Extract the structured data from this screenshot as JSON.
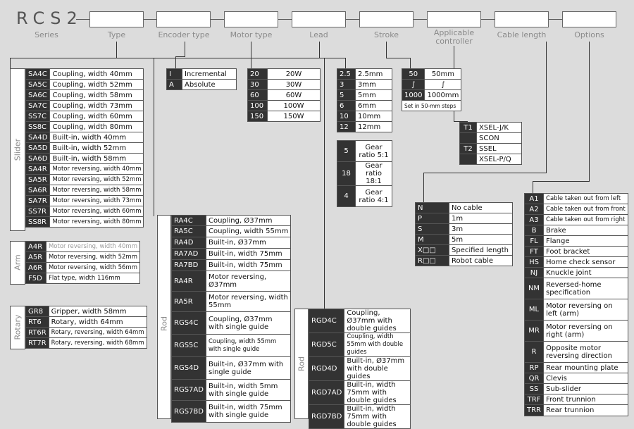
{
  "model": "RCS2",
  "headers": {
    "series": "Series",
    "type": "Type",
    "encoder": "Encoder type",
    "motor": "Motor type",
    "lead": "Lead",
    "stroke": "Stroke",
    "controller": "Applicable controller",
    "cable": "Cable length",
    "options": "Options"
  },
  "slider": {
    "label": "Slider",
    "rows": [
      {
        "code": "SA4C",
        "desc": "Coupling, width 40mm"
      },
      {
        "code": "SA5C",
        "desc": "Coupling, width 52mm"
      },
      {
        "code": "SA6C",
        "desc": "Coupling, width 58mm"
      },
      {
        "code": "SA7C",
        "desc": "Coupling, width 73mm"
      },
      {
        "code": "SS7C",
        "desc": "Coupling, width 60mm"
      },
      {
        "code": "SS8C",
        "desc": "Coupling, width 80mm"
      },
      {
        "code": "SA4D",
        "desc": "Built-in, width 40mm"
      },
      {
        "code": "SA5D",
        "desc": "Built-in, width 52mm"
      },
      {
        "code": "SA6D",
        "desc": "Built-in, width 58mm"
      },
      {
        "code": "SA4R",
        "desc": "Motor reversing, width 40mm"
      },
      {
        "code": "SA5R",
        "desc": "Motor reversing, width 52mm"
      },
      {
        "code": "SA6R",
        "desc": "Motor reversing, width 58mm"
      },
      {
        "code": "SA7R",
        "desc": "Motor reversing, width 73mm"
      },
      {
        "code": "SS7R",
        "desc": "Motor reversing, width 60mm"
      },
      {
        "code": "SS8R",
        "desc": "Motor reversing, width 80mm"
      }
    ]
  },
  "arm": {
    "label": "Arm",
    "rows": [
      {
        "code": "A4R",
        "desc": "Motor reversing, width 40mm"
      },
      {
        "code": "A5R",
        "desc": "Motor reversing, width 52mm"
      },
      {
        "code": "A6R",
        "desc": "Motor reversing, width 56mm"
      },
      {
        "code": "F5D",
        "desc": "Flat type, width 116mm"
      }
    ]
  },
  "rotary": {
    "label": "Rotary",
    "rows": [
      {
        "code": "GR8",
        "desc": "Gripper, width 58mm"
      },
      {
        "code": "RT6",
        "desc": "Rotary, width 64mm"
      },
      {
        "code": "RT6R",
        "desc": "Rotary, reversing, width 64mm"
      },
      {
        "code": "RT7R",
        "desc": "Rotary, reversing, width 68mm"
      }
    ]
  },
  "rod1": {
    "label": "Rod",
    "rows": [
      {
        "code": "RA4C",
        "desc": "Coupling, Ø37mm"
      },
      {
        "code": "RA5C",
        "desc": "Coupling, width 55mm"
      },
      {
        "code": "RA4D",
        "desc": "Built-in, Ø37mm"
      },
      {
        "code": "RA7AD",
        "desc": "Built-in, width 75mm"
      },
      {
        "code": "RA7BD",
        "desc": "Built-in, width 75mm"
      },
      {
        "code": "RA4R",
        "desc": "Motor reversing, Ø37mm"
      },
      {
        "code": "RA5R",
        "desc": "Motor reversing, width 55mm"
      },
      {
        "code": "RGS4C",
        "desc": "Coupling, Ø37mm with single guide"
      },
      {
        "code": "RGS5C",
        "desc": "Coupling, width 55mm with single guide"
      },
      {
        "code": "RGS4D",
        "desc": "Built-in, Ø37mm with single guide"
      },
      {
        "code": "RGS7AD",
        "desc": "Built-in, width 5mm with single guide"
      },
      {
        "code": "RGS7BD",
        "desc": "Built-in, width 75mm with single guide"
      }
    ]
  },
  "rod2": {
    "label": "Rod",
    "rows": [
      {
        "code": "RGD4C",
        "desc": "Coupling, Ø37mm with double guides"
      },
      {
        "code": "RGD5C",
        "desc": "Coupling, width 55mm with double guides"
      },
      {
        "code": "RGD4D",
        "desc": "Built-in, Ø37mm with double guides"
      },
      {
        "code": "RGD7AD",
        "desc": "Built-in, width 75mm with double guides"
      },
      {
        "code": "RGD7BD",
        "desc": "Built-in, width 75mm with double guides"
      }
    ]
  },
  "encoder": [
    {
      "code": "I",
      "desc": "Incremental"
    },
    {
      "code": "A",
      "desc": "Absolute"
    }
  ],
  "motor": [
    {
      "code": "20",
      "desc": "20W"
    },
    {
      "code": "30",
      "desc": "30W"
    },
    {
      "code": "60",
      "desc": "60W"
    },
    {
      "code": "100",
      "desc": "100W"
    },
    {
      "code": "150",
      "desc": "150W"
    }
  ],
  "lead": [
    {
      "code": "2.5",
      "desc": "2.5mm"
    },
    {
      "code": "3",
      "desc": "3mm"
    },
    {
      "code": "5",
      "desc": "5mm"
    },
    {
      "code": "6",
      "desc": "6mm"
    },
    {
      "code": "10",
      "desc": "10mm"
    },
    {
      "code": "12",
      "desc": "12mm"
    }
  ],
  "gear": [
    {
      "code": "5",
      "desc": "Gear ratio 5:1"
    },
    {
      "code": "18",
      "desc": "Gear ratio 18:1"
    },
    {
      "code": "4",
      "desc": "Gear ratio 4:1"
    }
  ],
  "stroke": {
    "rows": [
      {
        "code": "50",
        "desc": "50mm"
      },
      {
        "code": "∫",
        "desc": "∫"
      },
      {
        "code": "1000",
        "desc": "1000mm"
      }
    ],
    "note": "Set in 50-mm steps"
  },
  "controller": [
    {
      "code": "T1",
      "desc": "XSEL-J/K"
    },
    {
      "code": "",
      "desc": "SCON"
    },
    {
      "code": "T2",
      "desc": "SSEL"
    },
    {
      "code": "",
      "desc": "XSEL-P/Q"
    }
  ],
  "cable": [
    {
      "code": "N",
      "desc": "No cable"
    },
    {
      "code": "P",
      "desc": "1m"
    },
    {
      "code": "S",
      "desc": "3m"
    },
    {
      "code": "M",
      "desc": "5m"
    },
    {
      "code": "X□□",
      "desc": "Specified length"
    },
    {
      "code": "R□□",
      "desc": "Robot cable"
    }
  ],
  "options": [
    {
      "code": "A1",
      "desc": "Cable taken out from left"
    },
    {
      "code": "A2",
      "desc": "Cable taken out from front"
    },
    {
      "code": "A3",
      "desc": "Cable taken out from right"
    },
    {
      "code": "B",
      "desc": "Brake"
    },
    {
      "code": "FL",
      "desc": "Flange"
    },
    {
      "code": "FT",
      "desc": "Foot bracket"
    },
    {
      "code": "HS",
      "desc": "Home check sensor"
    },
    {
      "code": "NJ",
      "desc": "Knuckle joint"
    },
    {
      "code": "NM",
      "desc": "Reversed-home specification"
    },
    {
      "code": "ML",
      "desc": "Motor reversing on left (arm)"
    },
    {
      "code": "MR",
      "desc": "Motor reversing on right (arm)"
    },
    {
      "code": "R",
      "desc": "Opposite motor reversing direction"
    },
    {
      "code": "RP",
      "desc": "Rear mounting plate"
    },
    {
      "code": "QR",
      "desc": "Clevis"
    },
    {
      "code": "SS",
      "desc": "Sub-slider"
    },
    {
      "code": "TRF",
      "desc": "Front trunnion"
    },
    {
      "code": "TRR",
      "desc": "Rear trunnion"
    }
  ]
}
